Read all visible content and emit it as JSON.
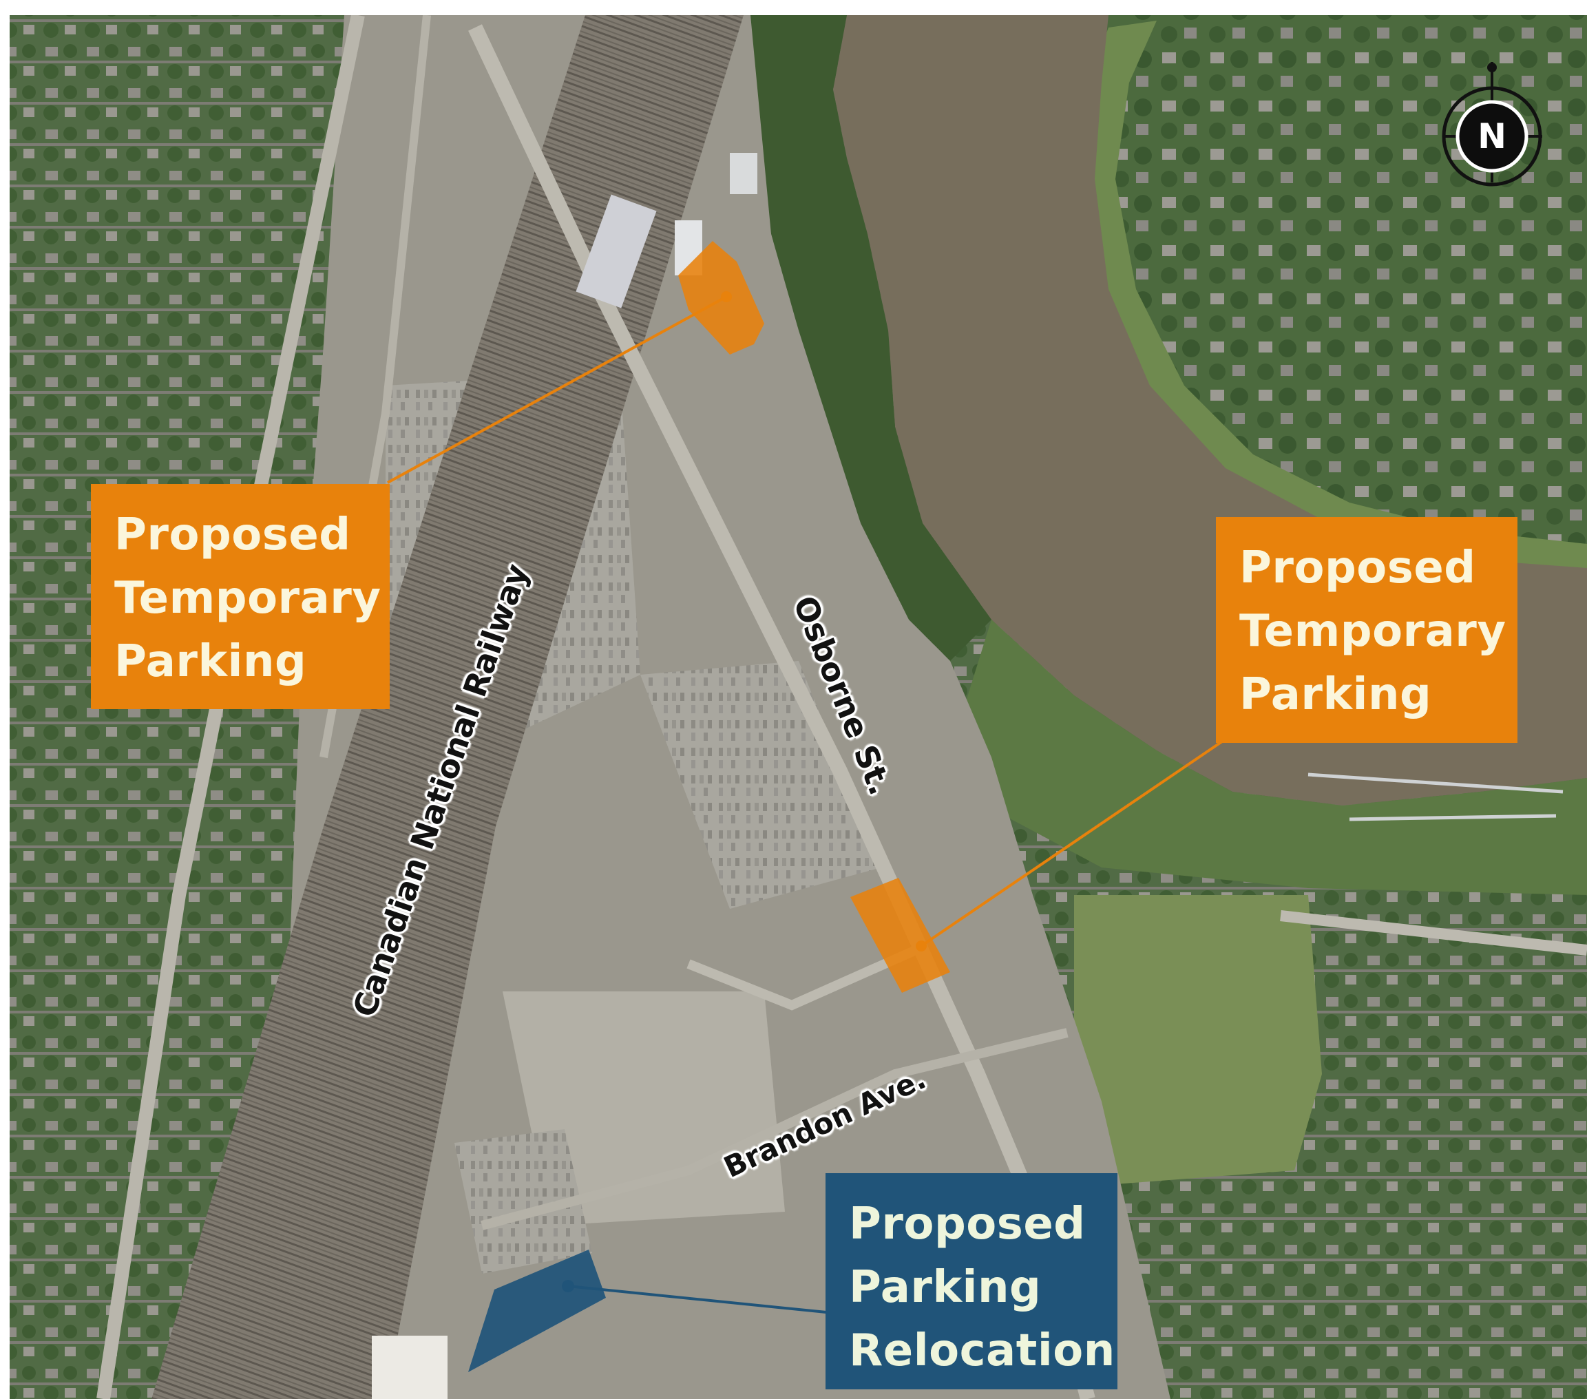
{
  "map": {
    "colors": {
      "river": "#776e5c",
      "vegetation": "#4a6a3b",
      "urban": "#8c8b80",
      "parking_temp": "#e8820c",
      "parking_relocation": "#205479"
    },
    "north_arrow": {
      "letter": "N"
    },
    "roads": {
      "railway": "Canadian National Railway",
      "osborne": "Osborne St.",
      "brandon": "Brandon Ave."
    },
    "callouts": {
      "temp_west": {
        "lines": [
          "Proposed",
          "Temporary",
          "Parking"
        ]
      },
      "temp_east": {
        "lines": [
          "Proposed",
          "Temporary",
          "Parking"
        ]
      },
      "relocation": {
        "lines": [
          "Proposed",
          "Parking",
          "Relocation"
        ]
      }
    }
  }
}
